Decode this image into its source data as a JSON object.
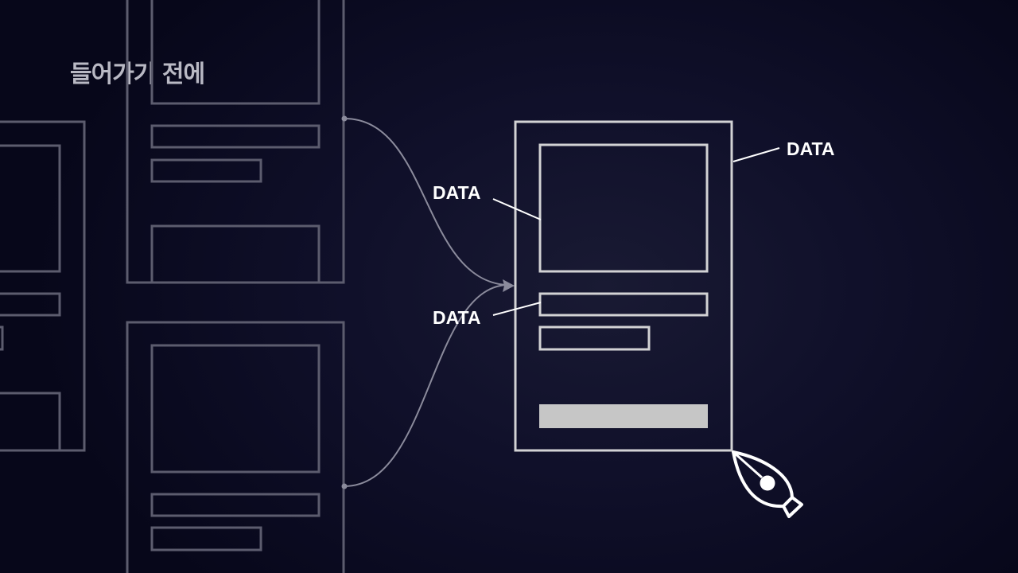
{
  "heading": "들어가기 전에",
  "labels": {
    "outer": "DATA",
    "image": "DATA",
    "field": "DATA"
  },
  "colors": {
    "background": "#10102a",
    "card_outline_dim": "#5c5c6e",
    "card_outline_bright": "#d2d2d4",
    "button_fill": "#c6c6c6",
    "connector": "#8b8b9c",
    "label": "#ffffff"
  },
  "icons": {
    "cursor": "pen-tool-icon"
  }
}
